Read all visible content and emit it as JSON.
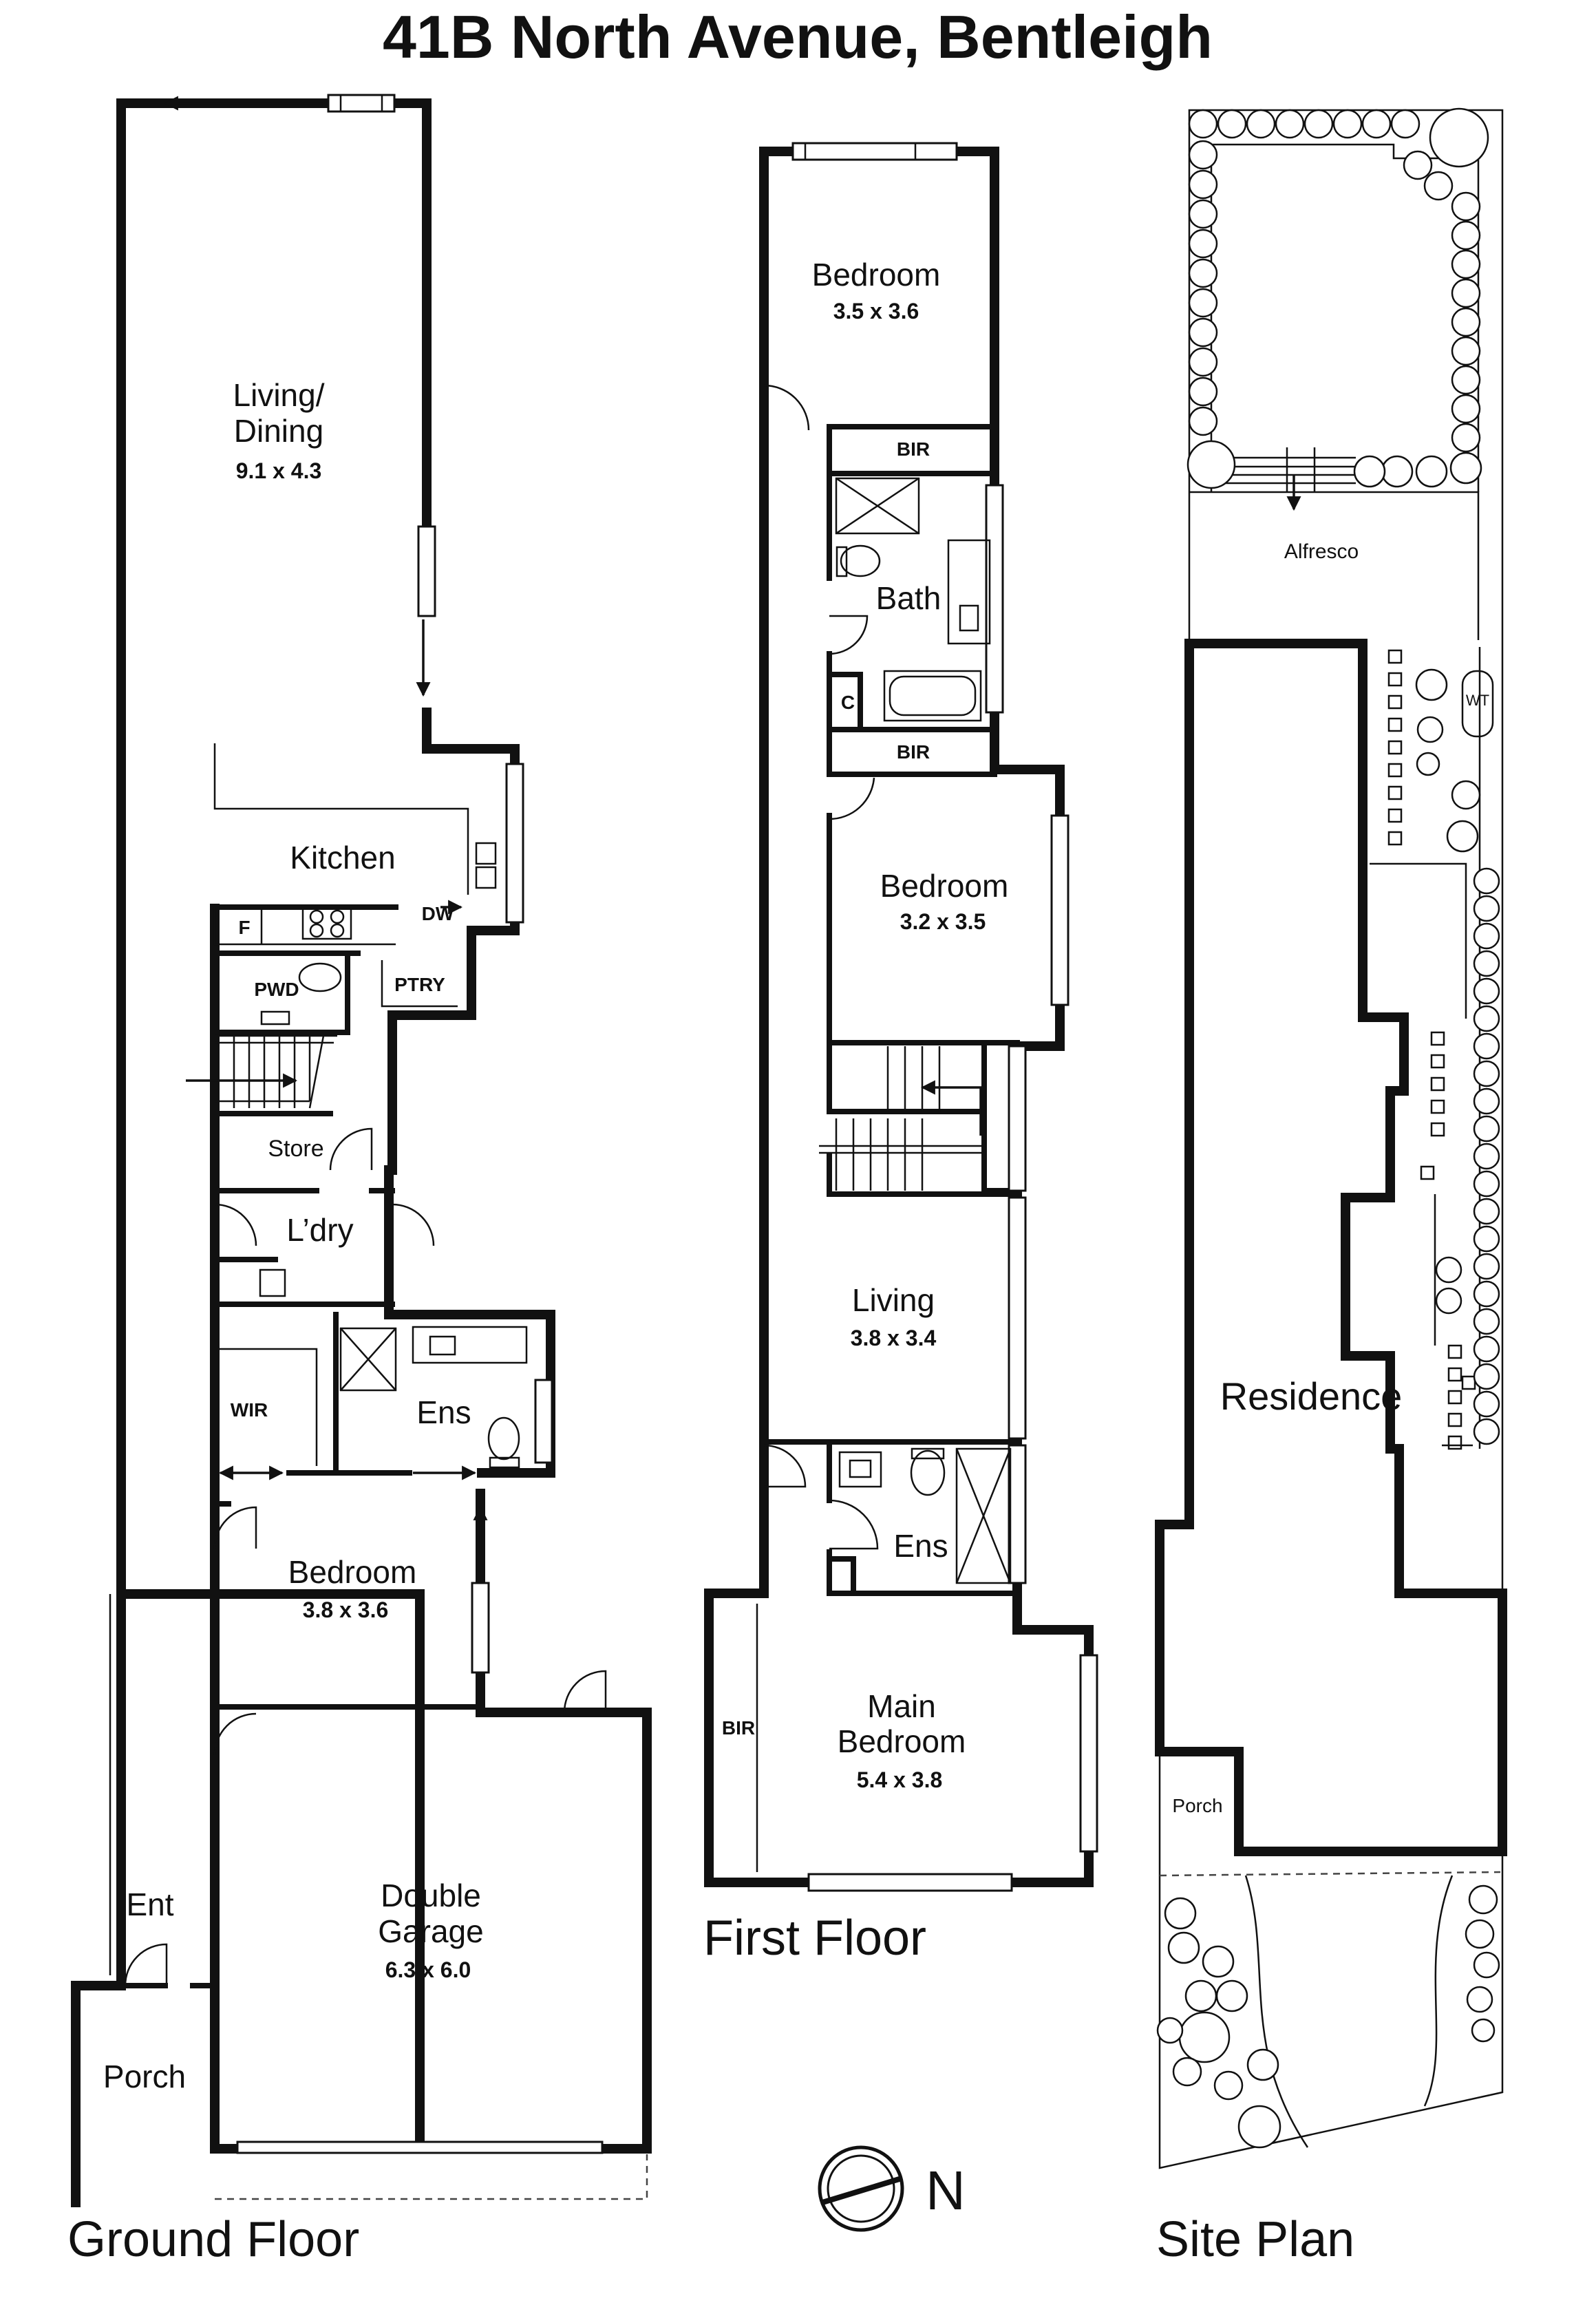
{
  "title": "41B North Avenue, Bentleigh",
  "floors": {
    "ground": "Ground Floor",
    "first": "First Floor",
    "site": "Site Plan"
  },
  "compass": {
    "label": "N"
  },
  "ground_rooms": {
    "living": {
      "name_1": "Living/",
      "name_2": "Dining",
      "dims": "9.1 x 4.3"
    },
    "kitchen": "Kitchen",
    "fridge": "F",
    "dishwasher": "DW",
    "powder": "PWD",
    "pantry": "PTRY",
    "store": "Store",
    "laundry": "L’dry",
    "wir": "WIR",
    "ensuite": "Ens",
    "bedroom": {
      "name": "Bedroom",
      "dims": "3.8 x 3.6"
    },
    "garage": {
      "name_1": "Double",
      "name_2": "Garage",
      "dims": "6.3 x 6.0"
    },
    "entry": "Ent",
    "porch": "Porch"
  },
  "first_rooms": {
    "bedroom_top": {
      "name": "Bedroom",
      "dims": "3.5 x 3.6"
    },
    "bir_top": "BIR",
    "bath": "Bath",
    "cupboard": "C",
    "bir_mid": "BIR",
    "bedroom_mid": {
      "name": "Bedroom",
      "dims": "3.2 x 3.5"
    },
    "living": {
      "name": "Living",
      "dims": "3.8 x 3.4"
    },
    "ensuite": "Ens",
    "bir_main": "BIR",
    "main_bedroom": {
      "name_1": "Main",
      "name_2": "Bedroom",
      "dims": "5.4 x 3.8"
    }
  },
  "site": {
    "alfresco": "Alfresco",
    "water_tank": "WT",
    "residence": "Residence",
    "porch": "Porch"
  }
}
